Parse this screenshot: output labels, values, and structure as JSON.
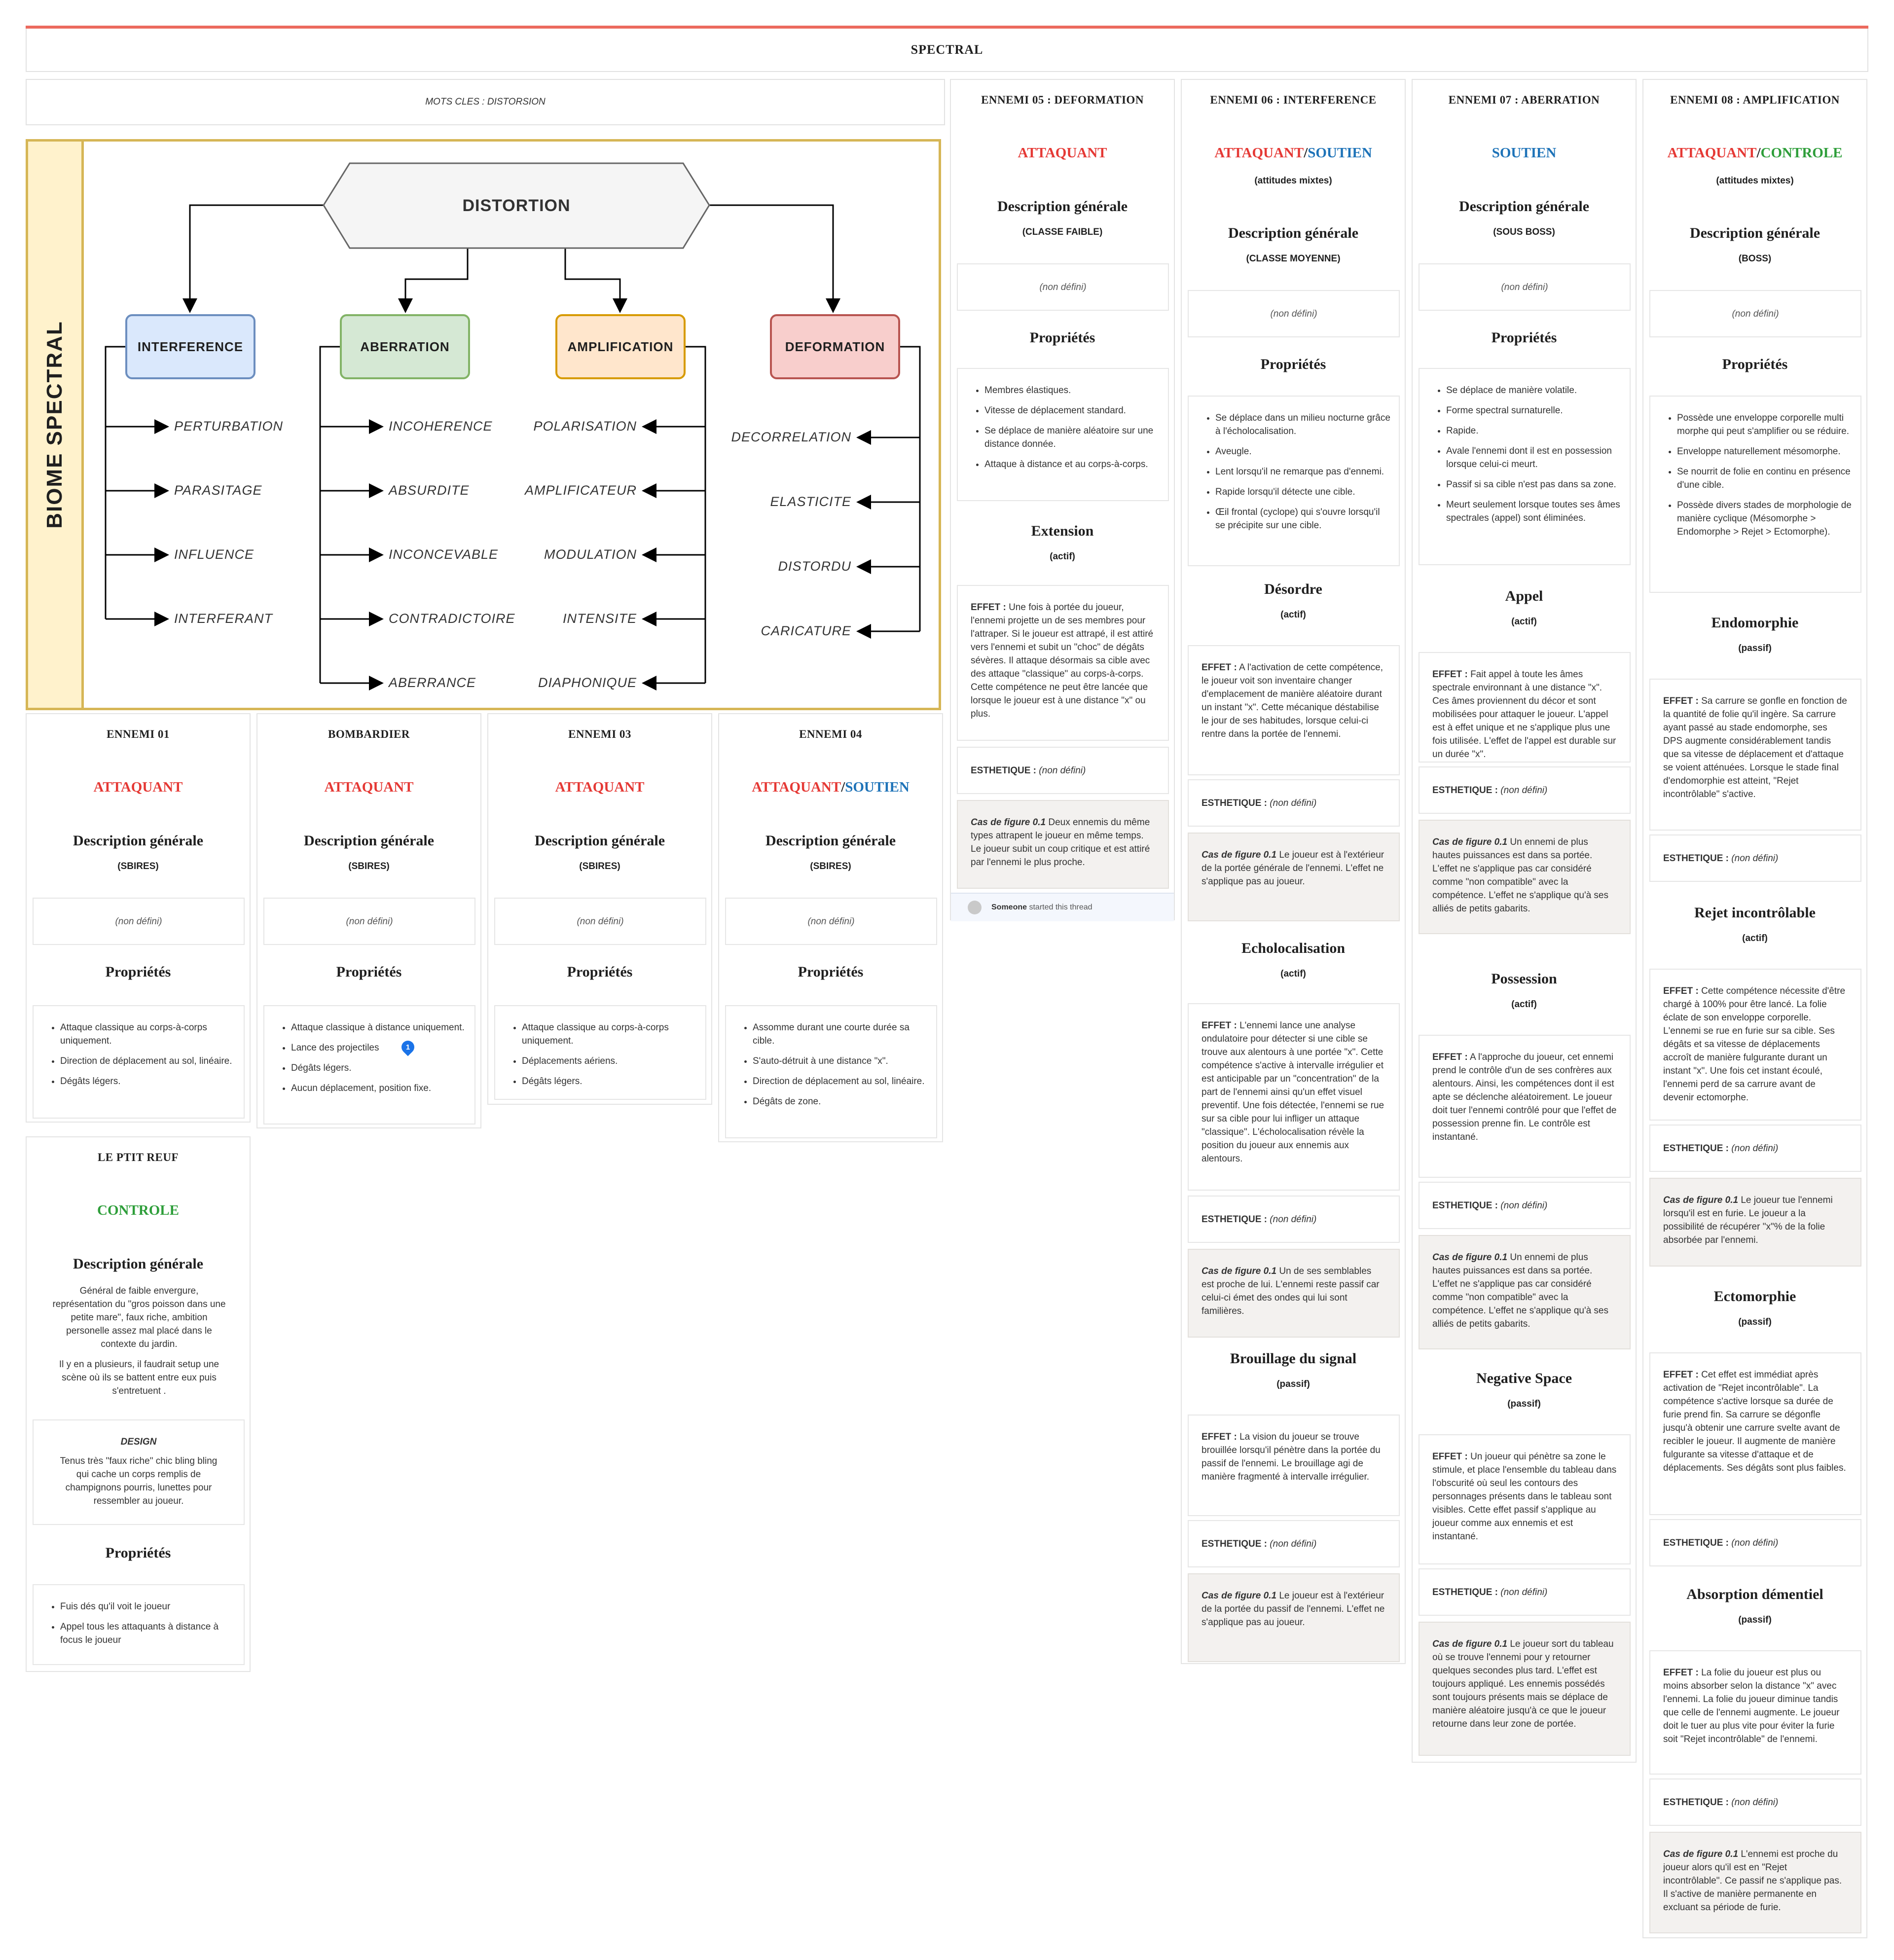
{
  "header": {
    "title": "SPECTRAL",
    "keywords": "MOTS CLES : DISTORSION"
  },
  "diagram": {
    "side_label": "BIOME SPECTRAL",
    "root": "DISTORTION",
    "interference": {
      "title": "INTERFERENCE",
      "items": [
        "PERTURBATION",
        "PARASITAGE",
        "INFLUENCE",
        "INTERFERANT"
      ]
    },
    "aberration": {
      "title": "ABERRATION",
      "items": [
        "INCOHERENCE",
        "ABSURDITE",
        "INCONCEVABLE",
        "CONTRADICTOIRE",
        "ABERRANCE"
      ]
    },
    "amplification": {
      "title": "AMPLIFICATION",
      "items": [
        "POLARISATION",
        "AMPLIFICATEUR",
        "MODULATION",
        "INTENSITE",
        "DIAPHONIQUE"
      ]
    },
    "deformation": {
      "title": "DEFORMATION",
      "items": [
        "DECORRELATION",
        "ELASTICITE",
        "DISTORDU",
        "CARICATURE"
      ]
    }
  },
  "common": {
    "desc": "Description générale",
    "undef": "(non défini)",
    "props": "Propriétés",
    "active": "(actif)",
    "passive": "(passif)",
    "mixed": "(attitudes mixtes)",
    "effet": "EFFET :",
    "esth": "ESTHETIQUE :",
    "cas": "Cas de figure 0.1",
    "atk": "ATTAQUANT",
    "sout": "SOUTIEN",
    "ctrl": "CONTROLE",
    "slash": "/",
    "sbires": "(SBIRES)"
  },
  "ennemi01": {
    "title": "ENNEMI 01",
    "props": [
      "Attaque classique au corps-à-corps uniquement.",
      "Direction de déplacement au sol, linéaire.",
      "Dégâts légers."
    ]
  },
  "bombardier": {
    "title": "BOMBARDIER",
    "props": [
      "Attaque classique à distance uniquement.",
      "Lance des projectiles",
      "Dégâts légers.",
      "Aucun déplacement, position fixe."
    ],
    "badge": "1"
  },
  "ennemi03": {
    "title": "ENNEMI 03",
    "props": [
      "Attaque classique au corps-à-corps uniquement.",
      "Déplacements aériens.",
      "Dégâts légers."
    ]
  },
  "ennemi04": {
    "title": "ENNEMI 04",
    "props": [
      "Assomme durant une courte durée sa cible.",
      "S'auto-détruit à une distance \"x\".",
      "Direction de déplacement au sol, linéaire.",
      "Dégâts de zone."
    ]
  },
  "ptitreuf": {
    "title": "LE PTIT REUF",
    "desc1": "Général de faible envergure, représentation du \"gros poisson dans une petite mare\", faux riche, ambition personelle assez mal placé dans le contexte du jardin.",
    "desc2": "Il y en a plusieurs, il faudrait setup une scène où ils se battent entre eux puis s'entretuent .",
    "design_title": "DESIGN",
    "design_text": "Tenus très \"faux riche\" chic bling bling qui cache un corps remplis de champignons pourris, lunettes pour ressembler au joueur.",
    "props": [
      "Fuis dés qu'il voit le joueur",
      "Appel tous les attaquants à distance à focus le joueur"
    ]
  },
  "ennemi05": {
    "title": "ENNEMI 05 : DEFORMATION",
    "class": "(CLASSE FAIBLE)",
    "props": [
      "Membres élastiques.",
      "Vitesse de déplacement standard.",
      "Se déplace de manière aléatoire sur une distance donnée.",
      "Attaque à distance et au corps-à-corps."
    ],
    "skill": "Extension",
    "skill_effect": "Une fois à portée du joueur, l'ennemi projette un de ses membres pour l'attraper. Si le joueur est attrapé, il est attiré vers l'ennemi et subit un \"choc\" de dégâts sévères. Il attaque désormais sa cible avec des attaque \"classique\" au corps-à-corps. Cette compétence ne peut être lancée que lorsque le joueur est à une distance \"x\" ou plus.",
    "cas_text": "Deux ennemis du même types attrapent le joueur en même temps. Le joueur subit un coup critique et est attiré par l'ennemi le plus proche.",
    "thread_user": "Someone",
    "thread_text": "started this thread"
  },
  "ennemi06": {
    "title": "ENNEMI 06 : INTERFERENCE",
    "class": "(CLASSE MOYENNE)",
    "props": [
      "Se déplace dans un milieu nocturne grâce à l'écholocalisation.",
      "Aveugle.",
      "Lent lorsqu'il ne remarque pas d'ennemi.",
      "Rapide lorsqu'il détecte une cible.",
      "Œil frontal (cyclope) qui s'ouvre lorsqu'il se précipite sur une cible."
    ],
    "skills": [
      {
        "name": "Désordre",
        "kind": "(actif)",
        "effect": "A l'activation de cette compétence, le joueur voit son inventaire changer d'emplacement de manière aléatoire durant un instant \"x\". Cette mécanique déstabilise le jour de ses habitudes, lorsque celui-ci rentre dans la portée de l'ennemi.",
        "cas": "Le joueur est à l'extérieur de la portée générale de l'ennemi. L'effet ne s'applique pas au joueur."
      },
      {
        "name": "Echolocalisation",
        "kind": "(actif)",
        "effect": "L'ennemi lance une analyse ondulatoire pour détecter si une cible se trouve aux alentours à une portée \"x\". Cette compétence s'active à intervalle irrégulier et est anticipable par un \"concentration\" de la part de l'ennemi ainsi qu'un effet visuel preventif. Une fois détectée, l'ennemi se rue sur sa cible pour lui infliger un attaque \"classique\". L'écholocalisation révèle la position du joueur aux ennemis aux alentours.",
        "cas": "Un de ses semblables est proche de lui. L'ennemi reste passif car celui-ci émet des ondes qui lui sont familières."
      },
      {
        "name": "Brouillage du signal",
        "kind": "(passif)",
        "effect": "La vision du joueur se trouve brouillée lorsqu'il pénètre dans la portée du passif de l'ennemi. Le brouillage agi de manière fragmenté à intervalle irrégulier.",
        "cas": "Le joueur est à l'extérieur de la portée du passif de l'ennemi. L'effet ne s'applique pas au joueur."
      }
    ]
  },
  "ennemi07": {
    "title": "ENNEMI 07 : ABERRATION",
    "class": "(SOUS BOSS)",
    "props": [
      "Se déplace de manière volatile.",
      "Forme spectral surnaturelle.",
      "Rapide.",
      "Avale l'ennemi dont il est en possession lorsque celui-ci meurt.",
      "Passif si sa cible n'est pas dans sa zone.",
      "Meurt seulement lorsque toutes ses âmes spectrales (appel) sont éliminées."
    ],
    "skills": [
      {
        "name": "Appel",
        "kind": "(actif)",
        "effect": "Fait appel à toute les âmes spectrale environnant à une distance \"x\". Ces âmes proviennent du décor et sont mobilisées pour attaquer le joueur. L'appel est à effet unique et ne s'applique plus une fois utilisée. L'effet de l'appel est durable sur un durée \"x\".",
        "cas": "Un ennemi de plus hautes puissances est dans sa portée. L'effet ne s'applique pas car considéré comme \"non compatible\" avec la compétence. L'effet ne s'applique qu'à ses alliés de petits gabarits."
      },
      {
        "name": "Possession",
        "kind": "(actif)",
        "effect": "A l'approche du joueur, cet ennemi prend le contrôle d'un de ses confrères aux alentours. Ainsi, les compétences dont il est apte se déclenche aléatoirement. Le joueur doit tuer l'ennemi contrôlé pour que l'effet de possession prenne fin. Le contrôle est instantané.",
        "cas": "Un ennemi de plus hautes puissances est dans sa portée. L'effet ne s'applique pas car considéré comme \"non compatible\" avec la compétence. L'effet ne s'applique qu'à ses alliés de petits gabarits."
      },
      {
        "name": "Negative Space",
        "kind": "(passif)",
        "effect": "Un joueur qui pénètre sa zone le stimule, et place l'ensemble du tableau dans l'obscurité où seul les contours des personnages présents dans le tableau sont visibles. Cette effet passif s'applique au joueur comme aux ennemis et est instantané.",
        "cas": "Le joueur sort du tableau où se trouve l'ennemi pour y retourner quelques secondes plus tard. L'effet est toujours appliqué. Les ennemis possédés sont toujours présents mais se déplace de manière aléatoire jusqu'à ce que le joueur retourne dans leur zone de portée."
      }
    ]
  },
  "ennemi08": {
    "title": "ENNEMI 08 : AMPLIFICATION",
    "class": "(BOSS)",
    "props": [
      "Possède une enveloppe corporelle multi morphe qui peut s'amplifier ou se réduire.",
      "Enveloppe naturellement mésomorphe.",
      "Se nourrit de folie en continu en présence d'une cible.",
      "Possède divers stades de morphologie de manière cyclique (Mésomorphe > Endomorphe > Rejet > Ectomorphe)."
    ],
    "skills": [
      {
        "name": "Endomorphie",
        "kind": "(passif)",
        "effect": "Sa carrure se gonfle en fonction de la quantité de folie qu'il ingère. Sa carrure ayant passé au stade endomorphe, ses DPS augmente considérablement tandis que sa vitesse de déplacement et d'attaque se voient atténuées. Lorsque le stade final d'endomorphie est atteint, \"Rejet incontrôlable\" s'active.",
        "cas": null
      },
      {
        "name": "Rejet incontrôlable",
        "kind": "(actif)",
        "effect": "Cette compétence nécessite d'être chargé à 100% pour être lancé. La folie éclate de son enveloppe corporelle. L'ennemi se rue en furie sur sa cible. Ses dégâts et sa vitesse de déplacements accroît de manière fulgurante durant un instant \"x\". Une fois cet instant écoulé, l'ennemi perd de sa carrure avant de devenir ectomorphe.",
        "cas": "Le joueur tue l'ennemi lorsqu'il est en furie. Le joueur a la possibilité de récupérer \"x\"% de la folie absorbée par l'ennemi."
      },
      {
        "name": "Ectomorphie",
        "kind": "(passif)",
        "effect": "Cet effet est immédiat après activation de \"Rejet incontrôlable\". La compétence s'active lorsque sa durée de furie prend fin. Sa carrure se dégonfle jusqu'à obtenir une carrure svelte avant de recibler le joueur. Il augmente de manière fulgurante sa vitesse d'attaque et de déplacements. Ses dégâts sont plus faibles.",
        "cas": null
      },
      {
        "name": "Absorption démentiel",
        "kind": "(passif)",
        "effect": "La folie du joueur est plus ou moins absorber selon la distance \"x\" avec l'ennemi. La folie du joueur diminue tandis que celle de l'ennemi augmente. Le joueur doit le tuer au plus vite pour éviter la furie soit \"Rejet incontrôlable\" de l'ennemi.",
        "cas": "L'ennemi est proche du joueur alors qu'il est en \"Rejet incontrôlable\". Ce passif ne s'applique pas. Il s'active de manière permanente en excluant sa période de furie."
      }
    ]
  }
}
